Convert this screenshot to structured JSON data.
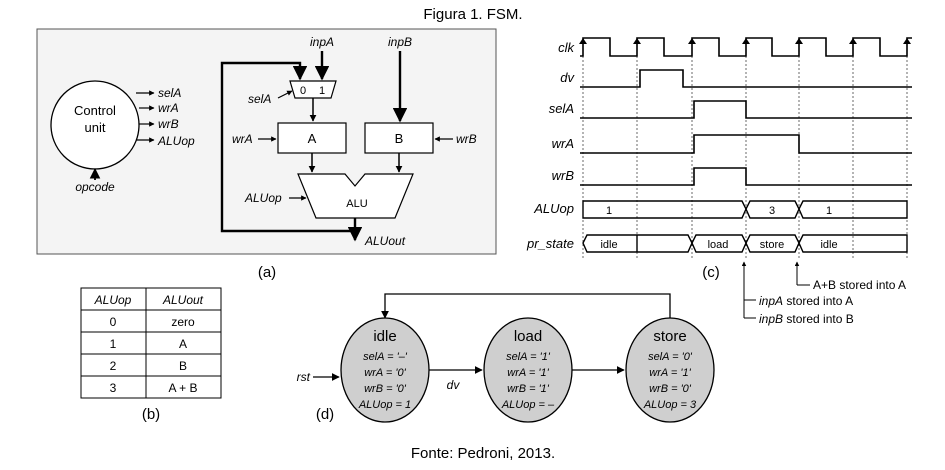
{
  "caption_top": "Figura 1. FSM.",
  "caption_bottom": "Fonte: Pedroni, 2013.",
  "panel_a": {
    "label": "(a)",
    "control_unit": [
      "Control",
      "unit"
    ],
    "outputs": [
      "selA",
      "wrA",
      "wrB",
      "ALUop"
    ],
    "opcode": "opcode",
    "inpA": "inpA",
    "inpB": "inpB",
    "mux_inputs": [
      "0",
      "1"
    ],
    "selA": "selA",
    "wrA": "wrA",
    "wrB": "wrB",
    "reg_a": "A",
    "reg_b": "B",
    "aluop": "ALUop",
    "alu": "ALU",
    "aluout": "ALUout"
  },
  "panel_b": {
    "label": "(b)",
    "headers": [
      "ALUop",
      "ALUout"
    ],
    "rows": [
      [
        "0",
        "zero"
      ],
      [
        "1",
        "A"
      ],
      [
        "2",
        "B"
      ],
      [
        "3",
        "A + B"
      ]
    ]
  },
  "panel_c": {
    "label": "(c)",
    "signals": [
      "clk",
      "dv",
      "selA",
      "wrA",
      "wrB",
      "ALUop",
      "pr_state"
    ],
    "aluop_values": [
      "1",
      "3",
      "1"
    ],
    "states": [
      "idle",
      "load",
      "store",
      "idle"
    ],
    "annotations": [
      "A+B stored into A",
      "inpA stored into A",
      "inpB stored into B"
    ],
    "annotation_italic_words": [
      "inpA",
      "inpB"
    ],
    "annotation_rest": [
      " stored into A",
      " stored into B"
    ]
  },
  "panel_d": {
    "label": "(d)",
    "rst": "rst",
    "dv": "dv",
    "states": [
      {
        "name": "idle",
        "lines": [
          "selA = '–'",
          "wrA = '0'",
          "wrB = '0'",
          "ALUop = 1"
        ]
      },
      {
        "name": "load",
        "lines": [
          "selA = '1'",
          "wrA = '1'",
          "wrB = '1'",
          "ALUop = –"
        ]
      },
      {
        "name": "store",
        "lines": [
          "selA = '0'",
          "wrA = '1'",
          "wrB = '0'",
          "ALUop = 3"
        ]
      }
    ]
  }
}
